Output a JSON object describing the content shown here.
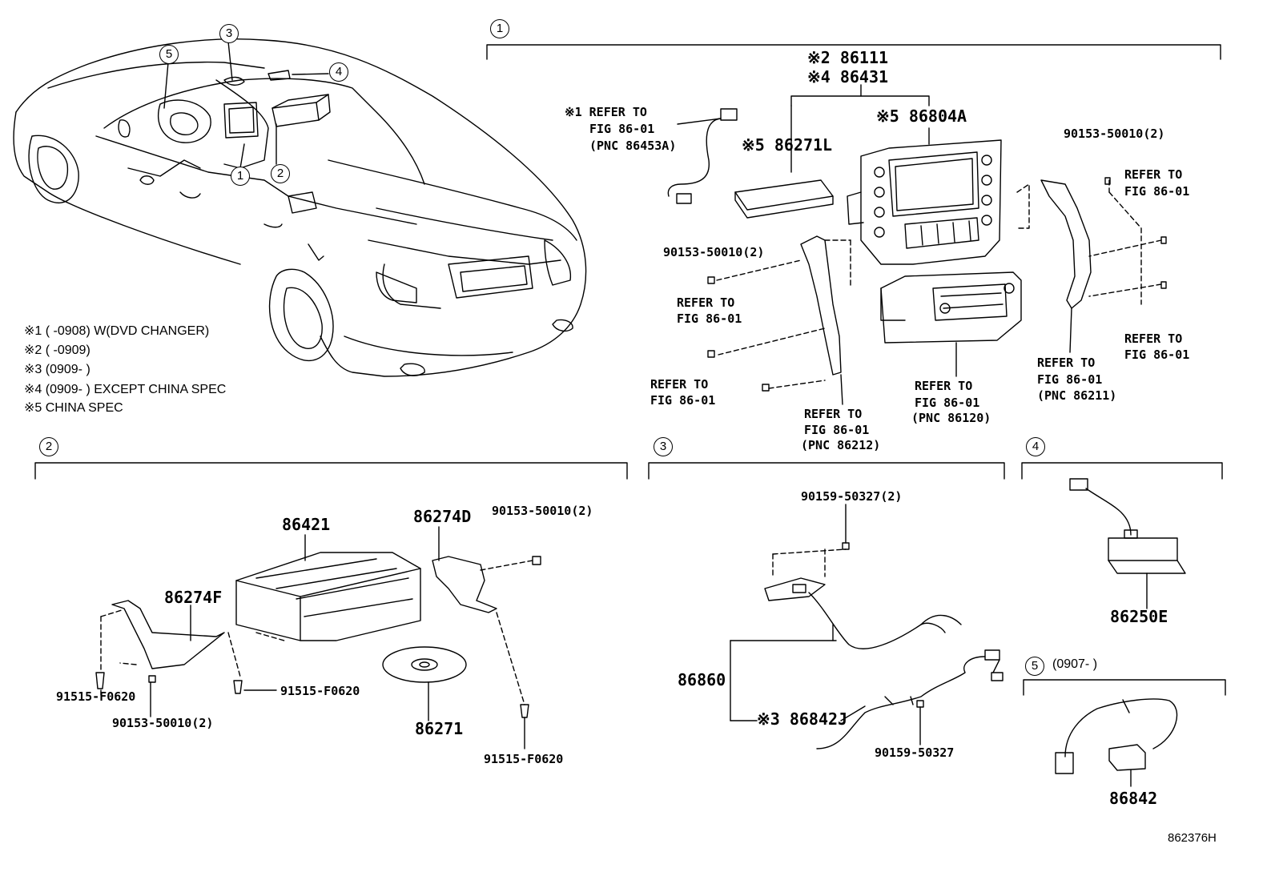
{
  "notes": [
    "※1 (     -0908) W(DVD CHANGER)",
    "※2 (     -0909)",
    "※3 (0909-     )",
    "※4 (0909-     ) EXCEPT CHINA SPEC",
    "※5 CHINA SPEC"
  ],
  "circles": [
    "1",
    "2",
    "3",
    "4",
    "5"
  ],
  "section1": {
    "num": "1",
    "p86111": "※2 86111",
    "p86431": "※4 86431",
    "p86804A": "※5 86804A",
    "p86271L": "※5 86271L",
    "ref1a": "※1 REFER TO",
    "ref1b": "FIG 86-01",
    "ref1c": "(PNC 86453A)",
    "bolt_tr": "90153-50010(2)",
    "ref_tr_a": "REFER TO",
    "ref_tr_b": "FIG 86-01",
    "bolt_l": "90153-50010(2)",
    "ref_la": "REFER TO",
    "ref_lb": "FIG 86-01",
    "ref_r2a": "REFER TO",
    "ref_r2b": "FIG 86-01",
    "ref_lla": "REFER TO",
    "ref_llb": "FIG 86-01",
    "ref_b1a": "REFER TO",
    "ref_b1b": "FIG 86-01",
    "ref_b1c": "(PNC 86212)",
    "ref_b2a": "REFER TO",
    "ref_b2b": "FIG 86-01",
    "ref_b2c": "(PNC 86120)",
    "ref_b3a": "REFER TO",
    "ref_b3b": "FIG 86-01",
    "ref_b3c": "(PNC 86211)"
  },
  "section2": {
    "num": "2",
    "p86421": "86421",
    "p86274D": "86274D",
    "p86274F": "86274F",
    "bolt_tr": "90153-50010(2)",
    "screw_l": "91515-F0620",
    "bolt_bl": "90153-50010(2)",
    "screw_c": "91515-F0620",
    "p86271": "86271",
    "screw_r": "91515-F0620"
  },
  "section3": {
    "num": "3",
    "bolt_t": "90159-50327(2)",
    "p86860": "86860",
    "p86842J": "※3 86842J",
    "bolt_b": "90159-50327"
  },
  "section4": {
    "num": "4",
    "p86250E": "86250E"
  },
  "section5": {
    "num": "5",
    "range": "(0907-     )",
    "p86842": "86842"
  },
  "drawing_id": "862376H"
}
